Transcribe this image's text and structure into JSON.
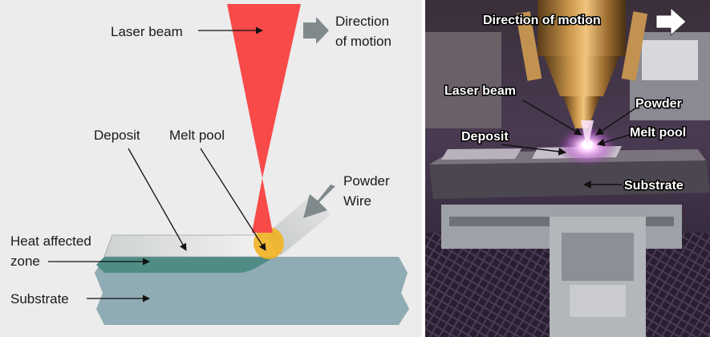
{
  "diagram": {
    "labels": {
      "laser_beam": "Laser beam",
      "direction_line1": "Direction",
      "direction_line2": "of motion",
      "deposit": "Deposit",
      "melt_pool": "Melt pool",
      "powder_line1": "Powder",
      "powder_line2": "Wire",
      "heat_affected_line1": "Heat affected",
      "heat_affected_line2": "zone",
      "substrate": "Substrate"
    },
    "colors": {
      "laser": "#f94a4a",
      "substrate": "#8fabb3",
      "heat_zone": "#4f8c86",
      "deposit": "#e8e8e8",
      "melt_pool": "#f2b324",
      "arrow_gray": "#808a8d"
    }
  },
  "photo": {
    "labels": {
      "direction": "Direction of motion",
      "laser_beam": "Laser beam",
      "powder": "Powder",
      "deposit": "Deposit",
      "melt_pool": "Melt pool",
      "substrate": "Substrate"
    },
    "icons": {
      "direction_arrow": "right-arrow-icon"
    }
  }
}
